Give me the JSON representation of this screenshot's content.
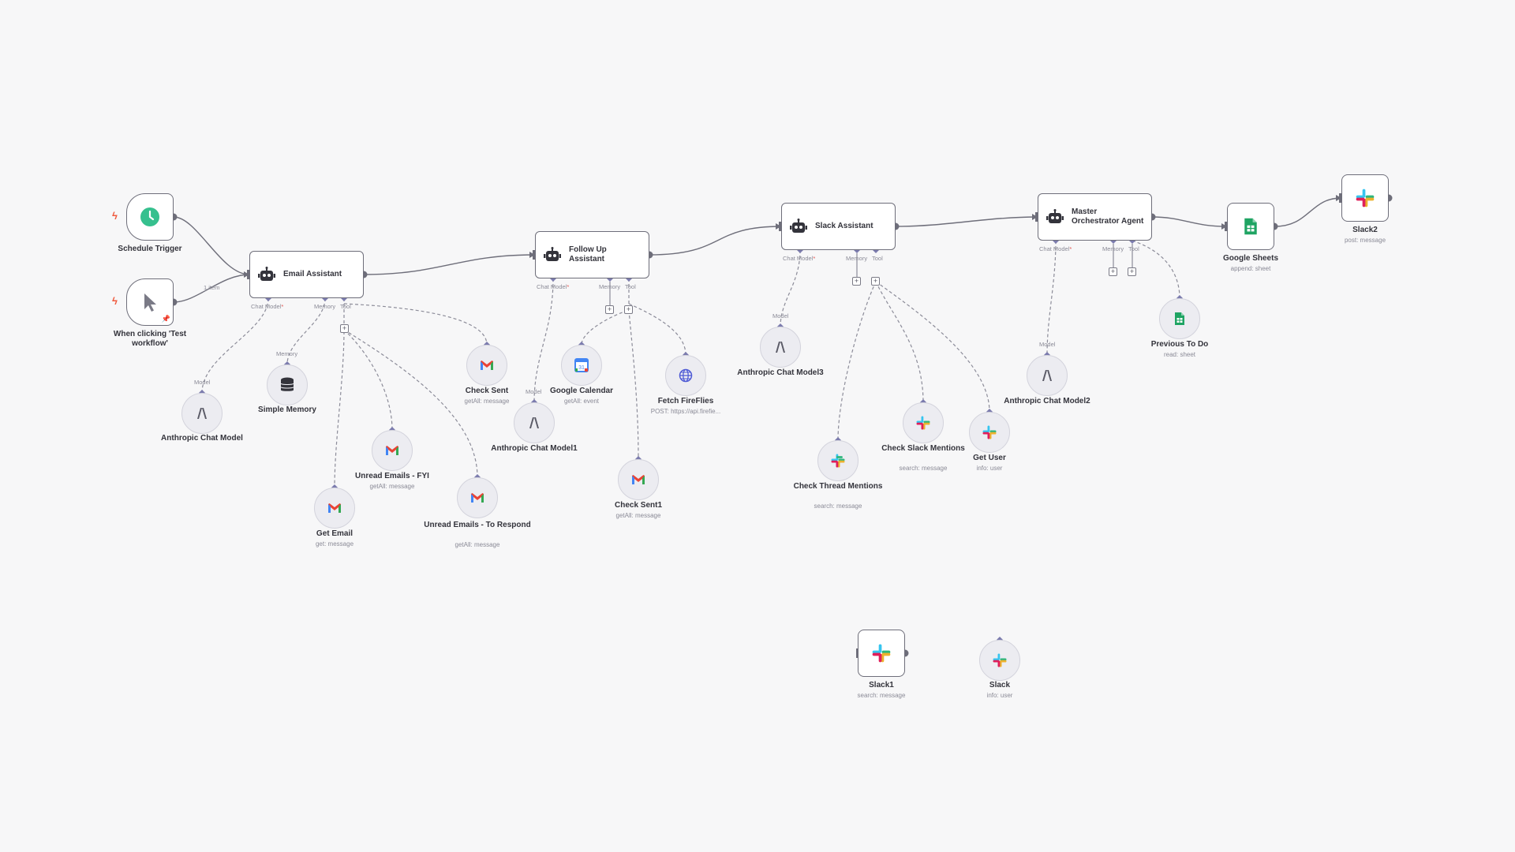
{
  "colors": {
    "canvas_bg": "#f7f7f8",
    "node_border": "#6e6e7a",
    "connection": "#6e6e7a",
    "sub_connection": "#8c8c99",
    "port_diamond": "#7c7cae",
    "trigger_bolt": "#ef5a3e",
    "schedule_green": "#36c08e",
    "sheets_green": "#1fa463",
    "gmail_red": "#ea4335",
    "google_blue": "#4285f4"
  },
  "nodes": {
    "schedule_trigger": {
      "title": "Schedule Trigger",
      "icon": "clock-icon"
    },
    "manual_trigger": {
      "title": "When clicking 'Test workflow'",
      "icon": "cursor-icon",
      "edge_label": "1 item"
    },
    "email_assistant": {
      "title": "Email Assistant",
      "icon": "robot-icon",
      "ports": {
        "model": "Chat Model",
        "memory": "Memory",
        "tool": "Tool"
      }
    },
    "followup_assistant": {
      "title": "Follow Up Assistant",
      "icon": "robot-icon",
      "ports": {
        "model": "Chat Model",
        "memory": "Memory",
        "tool": "Tool"
      }
    },
    "slack_assistant": {
      "title": "Slack Assistant",
      "icon": "robot-icon",
      "ports": {
        "model": "Chat Model",
        "memory": "Memory",
        "tool": "Tool"
      }
    },
    "master_agent": {
      "title": "Master Orchestrator Agent",
      "icon": "robot-icon",
      "ports": {
        "model": "Chat Model",
        "memory": "Memory",
        "tool": "Tool"
      }
    },
    "google_sheets": {
      "title": "Google Sheets",
      "subtitle": "append: sheet",
      "icon": "google-sheets-icon"
    },
    "slack2": {
      "title": "Slack2",
      "subtitle": "post: message",
      "icon": "slack-icon"
    },
    "anthropic_model": {
      "title": "Anthropic Chat Model",
      "port": "Model",
      "icon": "anthropic-icon"
    },
    "simple_memory": {
      "title": "Simple Memory",
      "port": "Memory",
      "icon": "database-icon"
    },
    "get_email": {
      "title": "Get Email",
      "subtitle": "get: message",
      "icon": "gmail-icon"
    },
    "unread_fyi": {
      "title": "Unread Emails - FYI",
      "subtitle": "getAll: message",
      "icon": "gmail-icon"
    },
    "unread_respond": {
      "title": "Unread Emails - To Respond",
      "subtitle": "getAll: message",
      "icon": "gmail-icon"
    },
    "check_sent": {
      "title": "Check Sent",
      "subtitle": "getAll: message",
      "icon": "gmail-icon"
    },
    "anthropic_model1": {
      "title": "Anthropic Chat Model1",
      "port": "Model",
      "icon": "anthropic-icon"
    },
    "google_calendar": {
      "title": "Google Calendar",
      "subtitle": "getAll: event",
      "icon": "google-calendar-icon"
    },
    "check_sent1": {
      "title": "Check Sent1",
      "subtitle": "getAll: message",
      "icon": "gmail-icon"
    },
    "fetch_fireflies": {
      "title": "Fetch FireFlies",
      "subtitle": "POST: https://api.firefie...",
      "icon": "globe-icon"
    },
    "anthropic_model3": {
      "title": "Anthropic Chat Model3",
      "port": "Model",
      "icon": "anthropic-icon"
    },
    "check_thread_mentions": {
      "title": "Check Thread Mentions",
      "subtitle": "search: message",
      "icon": "slack-icon"
    },
    "check_slack_mentions": {
      "title": "Check Slack Mentions",
      "subtitle": "search: message",
      "icon": "slack-icon"
    },
    "get_user": {
      "title": "Get User",
      "subtitle": "info: user",
      "icon": "slack-icon"
    },
    "anthropic_model2": {
      "title": "Anthropic Chat Model2",
      "port": "Model",
      "icon": "anthropic-icon"
    },
    "previous_todo": {
      "title": "Previous To Do",
      "subtitle": "read: sheet",
      "icon": "google-sheets-icon"
    },
    "slack1": {
      "title": "Slack1",
      "subtitle": "search: message",
      "icon": "slack-icon"
    },
    "slack": {
      "title": "Slack",
      "subtitle": "info: user",
      "icon": "slack-icon"
    }
  }
}
